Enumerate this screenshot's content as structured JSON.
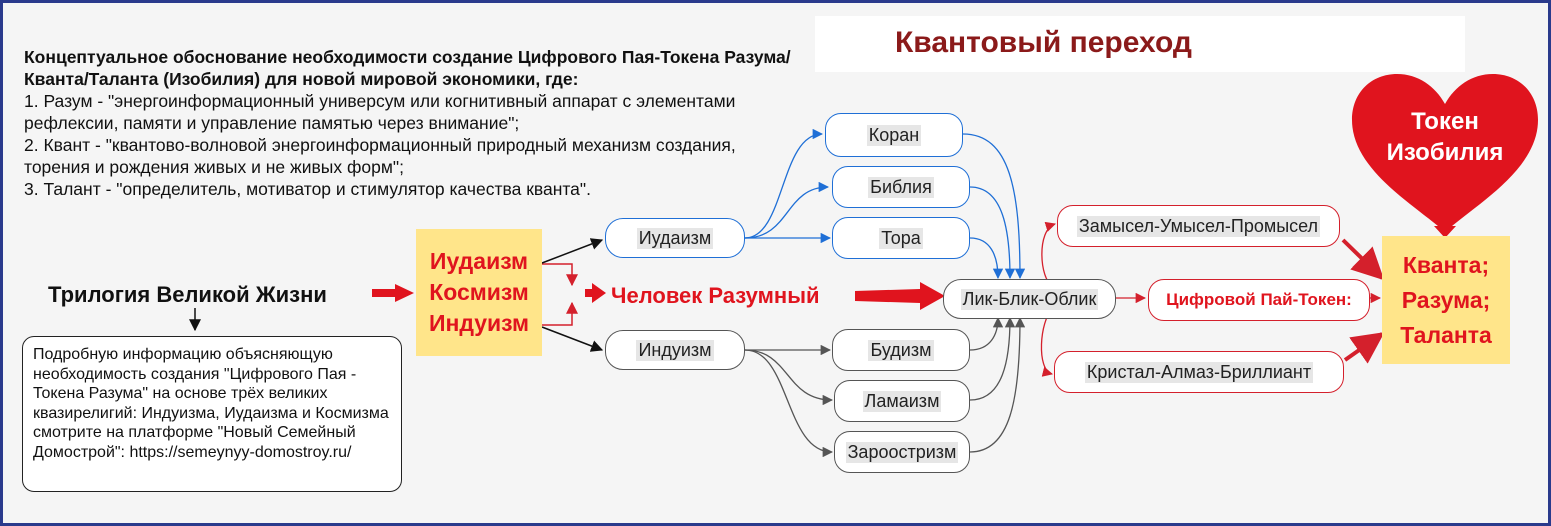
{
  "title": "Квантовый переход",
  "description": {
    "heading": "Концептуальное обоснование необходимости создание Цифрового Пая-Токена Разума/Кванта/Таланта (Изобилия) для новой мировой экономики, где:",
    "items": [
      "1. Разум - \"энергоинформационный универсум или когнитивный аппарат с элементами  рефлексии, памяти и управление памятью через внимание\";",
      "2. Квант - \"квантово-волновой энергоинформационный природный механизм создания, торения и рождения живых и не живых форм\";",
      "3. Талант - \"определитель, мотиватор и стимулятор качества кванта\"."
    ]
  },
  "trilogy": "Трилогия Великой Жизни",
  "info_text": "Подробную информацию объясняющую необходимость создания \"Цифрового Пая - Токена Разума\" на основе трёх великих квазирелигий: Индуизма, Иудаизма и Космизма смотрите на платформе \"Новый Семейный Домострой\": https://semeynyy-domostroy.ru/",
  "religions": [
    "Иудаизм",
    "Космизм",
    "Индуизм"
  ],
  "human": "Человек Разумный",
  "nodes": {
    "judaism": "Иудаизм",
    "hinduism": "Индуизм",
    "quran": "Коран",
    "bible": "Библия",
    "torah": "Тора",
    "buddhism": "Будизм",
    "lamaism": "Ламаизм",
    "zoroastrism": "Зароостризм",
    "lik": "Лик-Блик-Облик",
    "zamysel": "Замысел-Умысел-Промысел",
    "digital": "Цифровой Пай-Токен:",
    "kristal": "Кристал-Алмаз-Бриллиант"
  },
  "heart": [
    "Токен",
    "Изобилия"
  ],
  "result": [
    "Кванта;",
    "Разума;",
    "Таланта"
  ],
  "colors": {
    "blue": "#1f6fd6",
    "red": "#e0141e",
    "gray": "#555555",
    "yellow": "#ffe58a",
    "heart": "#e0141e",
    "title": "#8b1a1a"
  }
}
